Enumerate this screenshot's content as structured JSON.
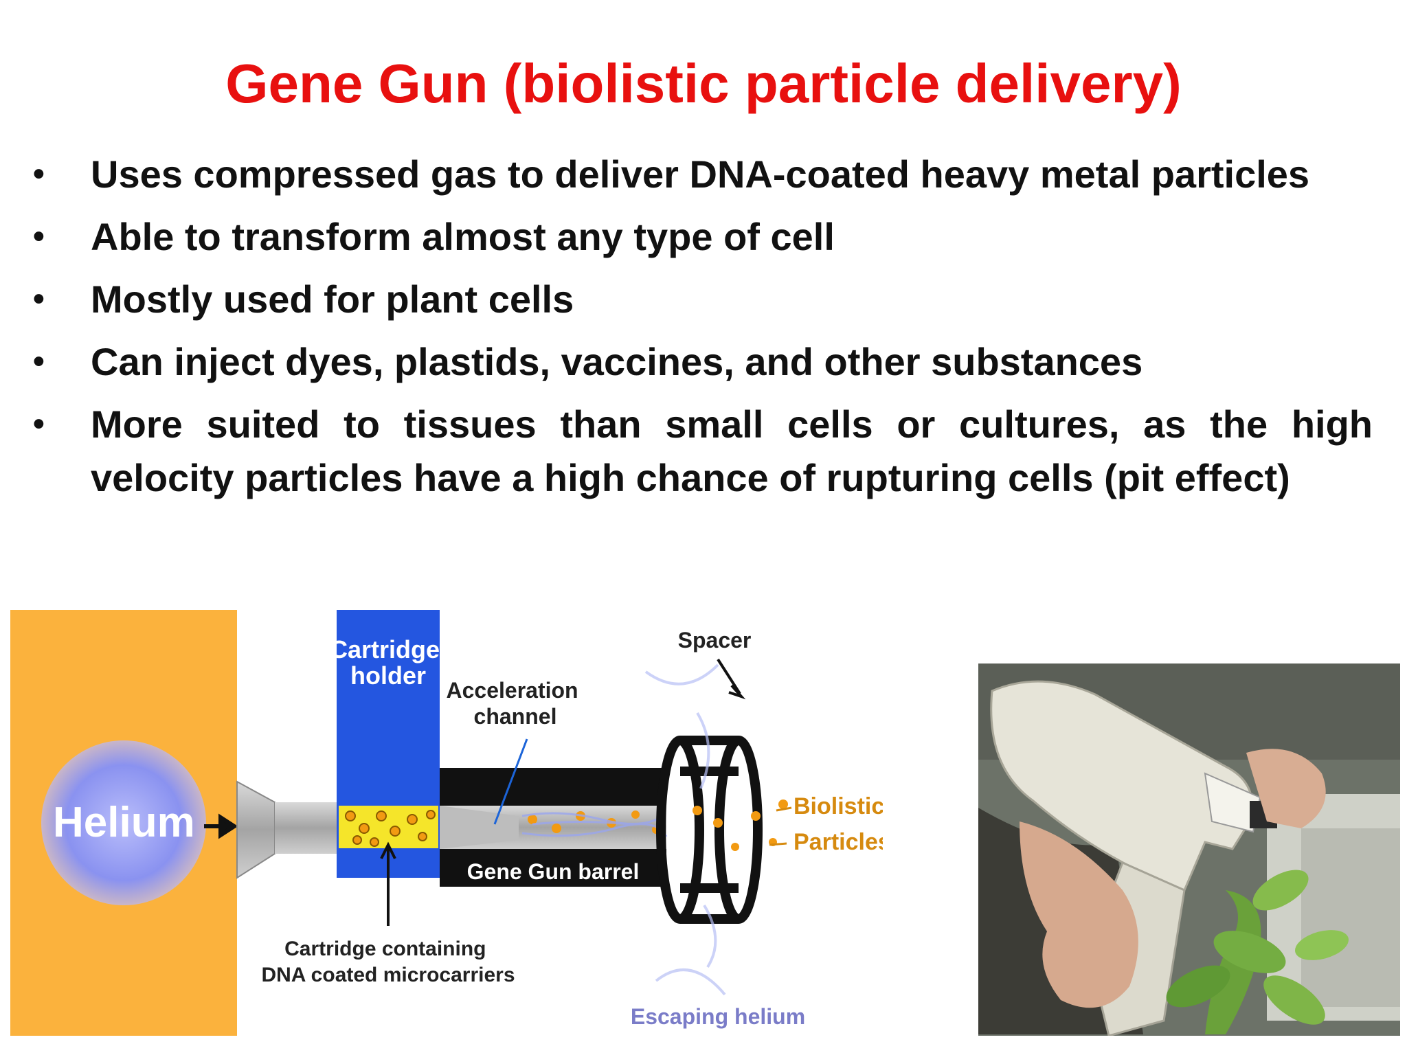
{
  "slide": {
    "title": "Gene Gun (biolistic particle delivery)",
    "title_color": "#e8100f",
    "bullets": [
      "Uses compressed gas to deliver DNA-coated heavy metal particles",
      "Able to transform almost any type of cell",
      "Mostly used for plant cells",
      "Can inject dyes, plastids, vaccines, and other substances",
      "More suited to tissues than small cells or cultures, as the high velocity particles have a high chance of rupturing cells (pit effect)"
    ]
  },
  "diagram": {
    "helium": "Helium",
    "cartridge_holder": [
      "Cartridge",
      "holder"
    ],
    "acceleration_channel": [
      "Acceleration",
      "channel"
    ],
    "spacer": "Spacer",
    "biolistic_particles": [
      "Biolistic",
      "Particles"
    ],
    "gene_gun_barrel": "Gene Gun barrel",
    "cartridge_containing": [
      "Cartridge containing",
      "DNA coated microcarriers"
    ],
    "escaping_helium": "Escaping helium",
    "colors": {
      "helium_bg": "#fbb23d",
      "helium_ball": "#8a92f0",
      "holder_blue": "#2456e0",
      "cartridge_yellow": "#f5e52a",
      "particle_orange": "#f29a12",
      "particle_label": "#d68a0f",
      "escape_label": "#7a7cc8"
    }
  }
}
